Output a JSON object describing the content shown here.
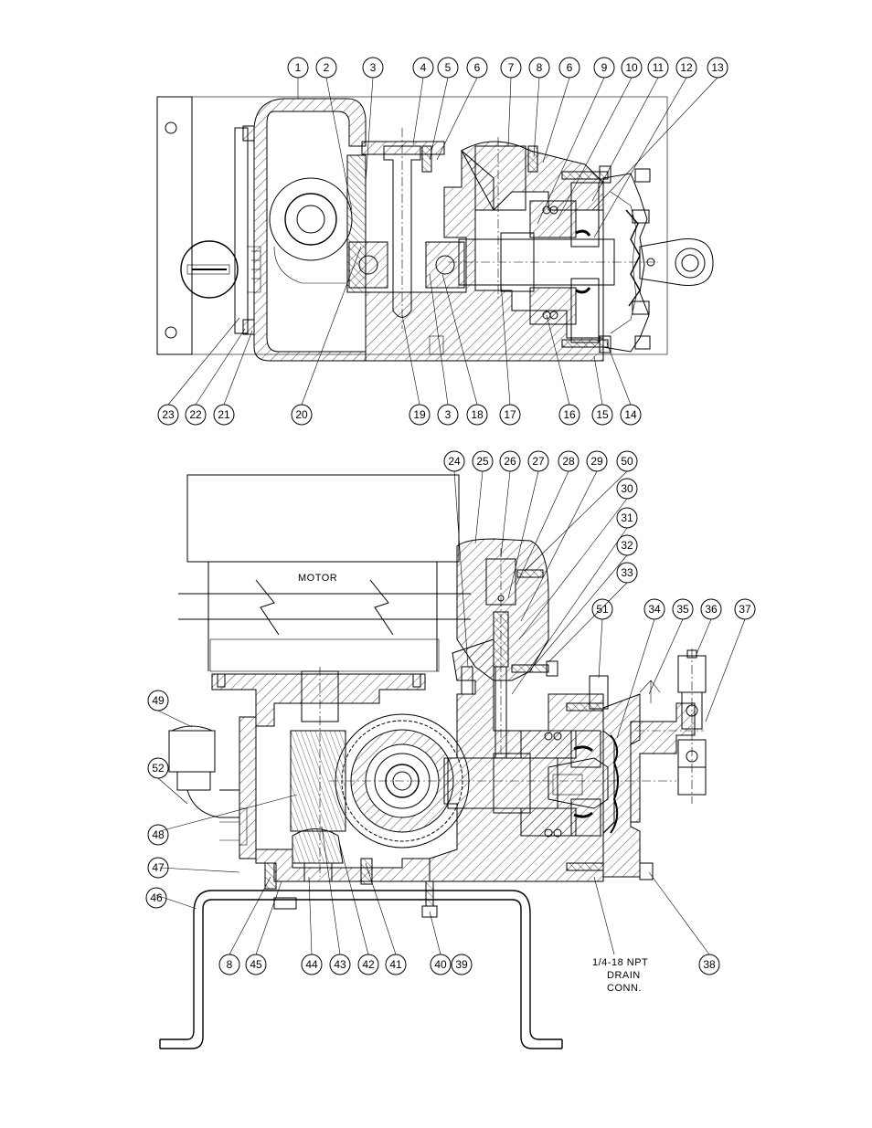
{
  "callouts_top": [
    "1",
    "2",
    "3",
    "4",
    "5",
    "6",
    "7",
    "8",
    "6",
    "9",
    "10",
    "11",
    "12",
    "13"
  ],
  "callouts_top_bottom": [
    "23",
    "22",
    "21",
    "20",
    "19",
    "3",
    "18",
    "17",
    "16",
    "15",
    "14"
  ],
  "callouts_bottom_top": [
    "24",
    "25",
    "26",
    "27",
    "28",
    "29",
    "50",
    "30",
    "31",
    "32",
    "33",
    "51",
    "34",
    "35",
    "36",
    "37"
  ],
  "callouts_bottom_left": [
    "49",
    "52",
    "48",
    "47",
    "46"
  ],
  "callouts_bottom_row": [
    "8",
    "45",
    "44",
    "43",
    "42",
    "41",
    "40",
    "39",
    "38"
  ],
  "labels": {
    "motor": "MOTOR",
    "drain_line1": "1/4-18 NPT",
    "drain_line2": "DRAIN",
    "drain_line3": "CONN."
  }
}
